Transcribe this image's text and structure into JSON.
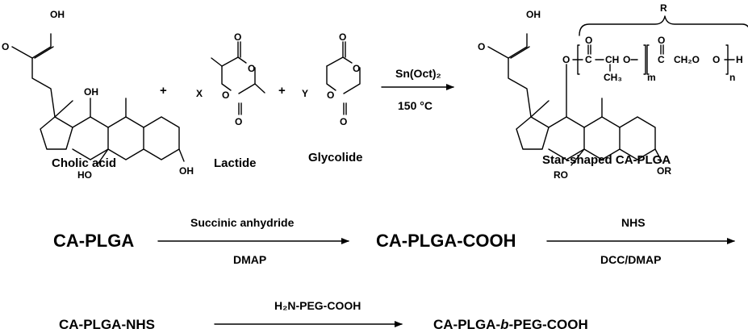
{
  "reaction1": {
    "cholic_acid": {
      "caption": "Cholic acid",
      "oh": "OH",
      "ho": "HO"
    },
    "plus": "+",
    "lactide": {
      "caption": "Lactide",
      "coeff": "X",
      "o": "O"
    },
    "glycolide": {
      "caption": "Glycolide",
      "coeff": "Y",
      "o": "O"
    },
    "catalyst": "Sn(Oct)₂",
    "temperature": "150 °C",
    "product": {
      "caption": "Star-shaped CA-PLGA",
      "oh": "OH",
      "ro": "RO",
      "or": "OR",
      "r_label": "R",
      "o": "O",
      "h": "H",
      "m": "m",
      "n": "n",
      "chain1_pre": "C",
      "chain1_mid": "CH",
      "chain1_o": "O",
      "ch3": "CH₃",
      "chain2_c": "C",
      "chain2_ch2o": "CH₂O"
    }
  },
  "reaction2": {
    "reactant": "CA-PLGA",
    "reagent_top": "Succinic anhydride",
    "reagent_bottom": "DMAP",
    "product": "CA-PLGA-COOH"
  },
  "reaction3": {
    "reagent_top": "NHS",
    "reagent_bottom": "DCC/DMAP"
  },
  "reaction4": {
    "reactant": "CA-PLGA-NHS",
    "reagent_top": "H₂N-PEG-COOH",
    "product_part1": "CA-PLGA-",
    "product_italic": "b",
    "product_part2": "-PEG-COOH"
  }
}
